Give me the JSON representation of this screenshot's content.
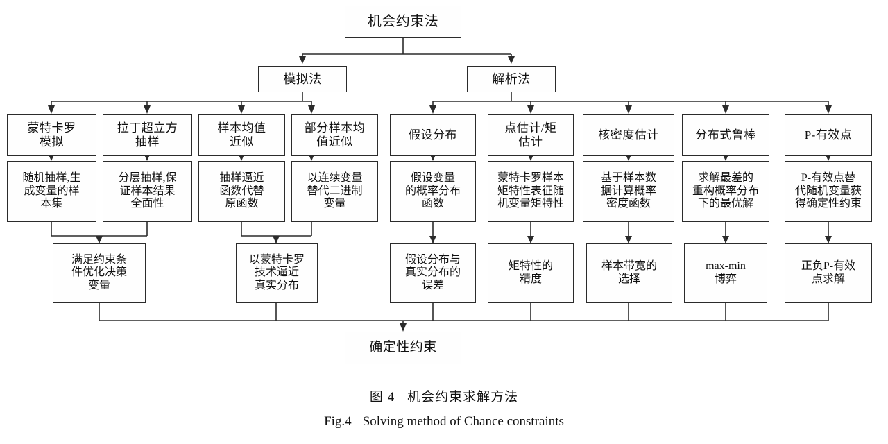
{
  "figure": {
    "caption_cn_label": "图 4",
    "caption_cn_text": "机会约束求解方法",
    "caption_en_label": "Fig.4",
    "caption_en_text": "Solving method of Chance constraints"
  },
  "root": {
    "label": "机会约束法"
  },
  "branches": [
    {
      "id": "simulation",
      "label": "模拟法"
    },
    {
      "id": "analytic",
      "label": "解析法"
    }
  ],
  "methods": [
    {
      "label": "蒙特卡罗\n模拟"
    },
    {
      "label": "拉丁超立方\n抽样"
    },
    {
      "label": "样本均值\n近似"
    },
    {
      "label": "部分样本均\n值近似"
    },
    {
      "label": "假设分布"
    },
    {
      "label": "点估计/矩\n估计"
    },
    {
      "label": "核密度估计"
    },
    {
      "label": "分布式鲁棒"
    },
    {
      "label": "P-有效点"
    }
  ],
  "descriptions": [
    {
      "label": "随机抽样,生\n成变量的样\n本集"
    },
    {
      "label": "分层抽样,保\n证样本结果\n全面性"
    },
    {
      "label": "抽样逼近\n函数代替\n原函数"
    },
    {
      "label": "以连续变量\n替代二进制\n变量"
    },
    {
      "label": "假设变量\n的概率分布\n函数"
    },
    {
      "label": "蒙特卡罗样本\n矩特性表征随\n机变量矩特性"
    },
    {
      "label": "基于样本数\n据计算概率\n密度函数"
    },
    {
      "label": "求解最差的\n重构概率分布\n下的最优解"
    },
    {
      "label": "P-有效点替\n代随机变量获\n得确定性约束"
    }
  ],
  "outcomes": [
    {
      "label": "满足约束条\n件优化决策\n变量"
    },
    {
      "label": "以蒙特卡罗\n技术逼近\n真实分布"
    },
    {
      "label": "假设分布与\n真实分布的\n误差"
    },
    {
      "label": "矩特性的\n精度"
    },
    {
      "label": "样本带宽的\n选择"
    },
    {
      "label": "max-min\n博弈"
    },
    {
      "label": "正负P-有效\n点求解"
    }
  ],
  "result": {
    "label": "确定性约束"
  },
  "colors": {
    "stroke": "#2b2b2b",
    "text": "#111111",
    "background": "#ffffff"
  }
}
